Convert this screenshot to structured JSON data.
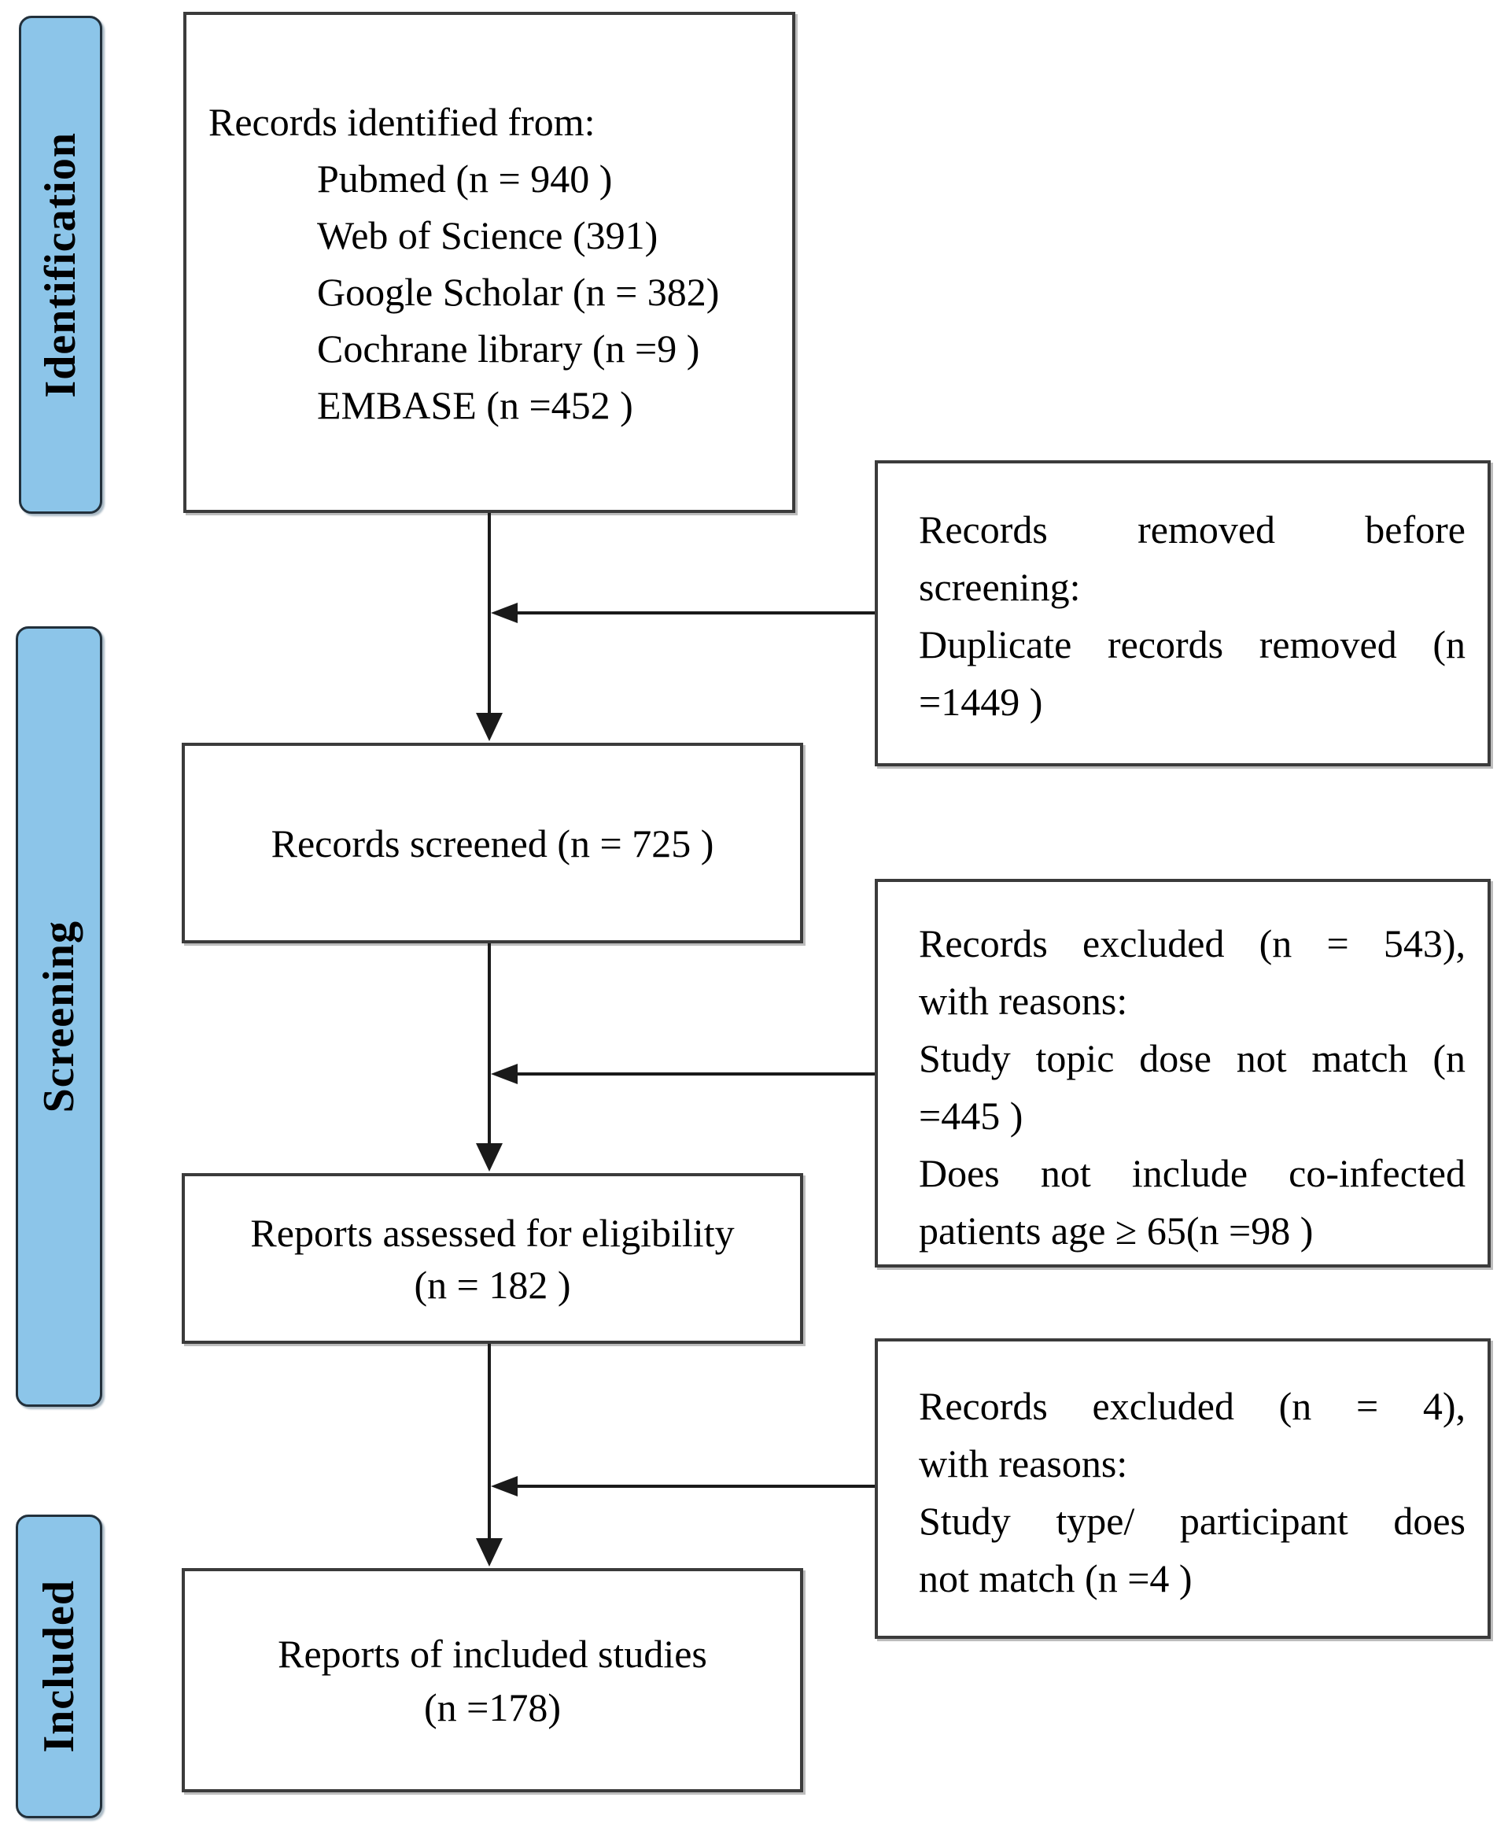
{
  "palette": {
    "stage_fill": "#8CC5E9",
    "stage_border": "#22303b",
    "box_border": "#3b3b3b",
    "arrow": "#1a1a1a",
    "text": "#000000",
    "background": "#ffffff"
  },
  "stages": [
    {
      "label": "Identification"
    },
    {
      "label": "Screening"
    },
    {
      "label": "Included"
    }
  ],
  "boxes": {
    "identified": {
      "title": "Records identified from:",
      "items": [
        "Pubmed (n = 940 )",
        "Web of Science (391)",
        "Google Scholar (n = 382)",
        "Cochrane library (n =9 )",
        "EMBASE (n =452 )"
      ]
    },
    "removed": {
      "lines": [
        "Records removed before",
        "screening:",
        "Duplicate records removed (n",
        "=1449 )"
      ]
    },
    "screened": {
      "text": "Records screened (n = 725 )"
    },
    "excluded1": {
      "lines": [
        "Records excluded (n = 543),",
        "with reasons:",
        "Study topic dose not match (n",
        "=445 )",
        "Does not include co-infected",
        "patients age ≥ 65(n =98 )"
      ]
    },
    "assessed": {
      "line1": "Reports assessed for eligibility",
      "line2": "(n = 182 )"
    },
    "excluded2": {
      "lines": [
        "Records excluded (n = 4),",
        "with reasons:",
        "Study type/ participant does",
        "not match (n =4 )"
      ]
    },
    "included": {
      "line1": "Reports of included studies",
      "line2": "(n =178)"
    }
  }
}
